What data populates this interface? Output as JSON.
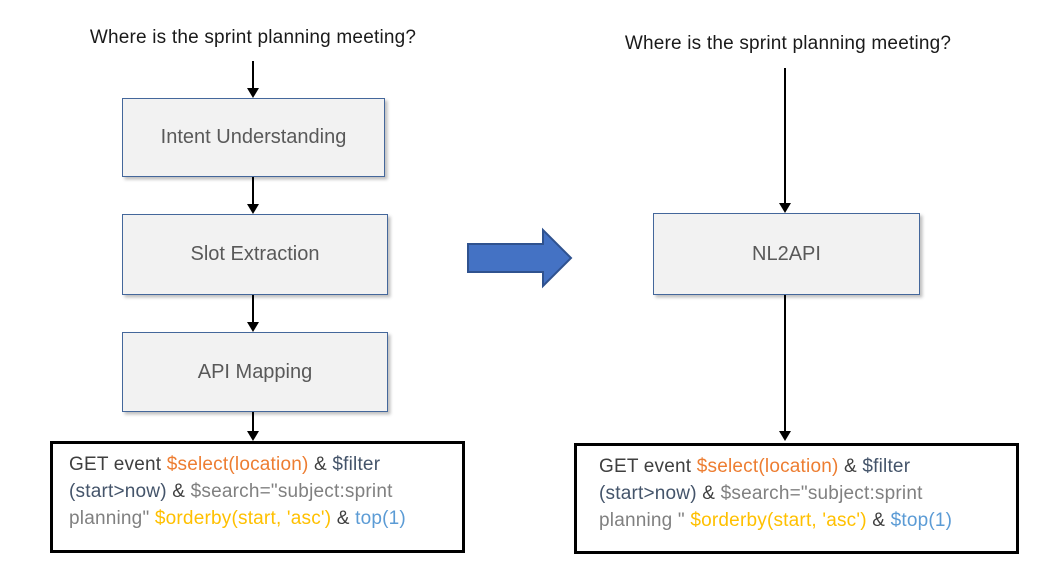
{
  "palette": {
    "dark": "#3f3f3f",
    "orange": "#ED7D31",
    "slate": "#44546A",
    "gray": "#808080",
    "gold": "#FFC000",
    "blue": "#5B9BD5",
    "box_fill": "#F2F2F2",
    "box_border": "#44679B",
    "box_label": "#595959",
    "big_arrow_fill": "#4472C4",
    "big_arrow_stroke": "#2F528F",
    "arrow_black": "#000000",
    "code_border": "#000000"
  },
  "left": {
    "question": "Where is the sprint planning meeting?",
    "boxes": [
      {
        "label": "Intent Understanding"
      },
      {
        "label": "Slot Extraction"
      },
      {
        "label": "API Mapping"
      }
    ],
    "code": {
      "lines": [
        [
          {
            "t": "GET event ",
            "c": "dark"
          },
          {
            "t": "$select(location)",
            "c": "orange"
          },
          {
            "t": " & ",
            "c": "dark"
          },
          {
            "t": "$filter",
            "c": "slate"
          }
        ],
        [
          {
            "t": "(start>now)",
            "c": "slate"
          },
          {
            "t": " & ",
            "c": "dark"
          },
          {
            "t": "$search=\"subject:sprint",
            "c": "gray"
          }
        ],
        [
          {
            "t": "planning\" ",
            "c": "gray"
          },
          {
            "t": "$orderby(start, 'asc')",
            "c": "gold"
          },
          {
            "t": " & ",
            "c": "dark"
          },
          {
            "t": "top(1)",
            "c": "blue"
          }
        ]
      ]
    }
  },
  "right": {
    "question": "Where is the sprint planning meeting?",
    "boxes": [
      {
        "label": "NL2API"
      }
    ],
    "code": {
      "lines": [
        [
          {
            "t": "GET event ",
            "c": "dark"
          },
          {
            "t": "$select(location)",
            "c": "orange"
          },
          {
            "t": " & ",
            "c": "dark"
          },
          {
            "t": "$filter",
            "c": "slate"
          }
        ],
        [
          {
            "t": "(start>now)",
            "c": "slate"
          },
          {
            "t": " & ",
            "c": "dark"
          },
          {
            "t": "$search=\"subject:sprint",
            "c": "gray"
          }
        ],
        [
          {
            "t": "planning \" ",
            "c": "gray"
          },
          {
            "t": "$orderby(start, 'asc')",
            "c": "gold"
          },
          {
            "t": " & ",
            "c": "dark"
          },
          {
            "t": "$top(1)",
            "c": "blue"
          }
        ]
      ]
    }
  }
}
